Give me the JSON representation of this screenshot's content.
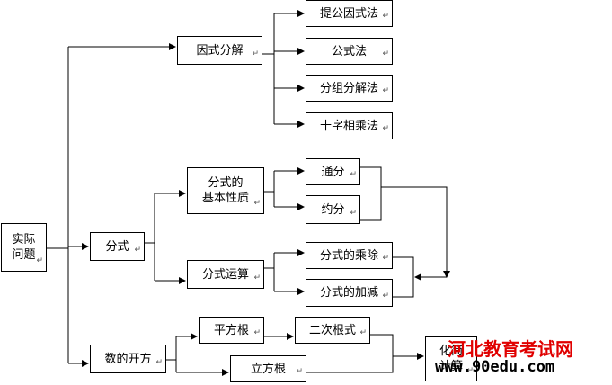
{
  "return_mark": "↵",
  "nodes": {
    "shiji_wenti": [
      "实际",
      "问题"
    ],
    "yinshi_fenjie": [
      "因式分解"
    ],
    "tigong_yinshi": [
      "提公因式法"
    ],
    "gongshi_fa": [
      "公式法"
    ],
    "fenzu_fenjie": [
      "分组分解法"
    ],
    "shizi_xiangcheng": [
      "十字相乘法"
    ],
    "fenshi": [
      "分式"
    ],
    "fenshi_xingzhi": [
      "分式的",
      "基本性质"
    ],
    "tongfen": [
      "通分"
    ],
    "yuefen": [
      "约分"
    ],
    "fenshi_yunsuan": [
      "分式运算"
    ],
    "fenshi_chengchu": [
      "分式的乘除"
    ],
    "fenshi_jiajian": [
      "分式的加减"
    ],
    "shu_kaifang": [
      "数的开方"
    ],
    "pingfang_gen": [
      "平方根"
    ],
    "lifang_gen": [
      "立方根"
    ],
    "erci_genshi": [
      "二次根式"
    ],
    "huajian_jisuan": [
      "化简",
      "计算"
    ]
  },
  "watermark": {
    "title": "河北教育考试网",
    "url": "www.90edu.com"
  },
  "colors": {
    "line": "#000000",
    "watermark_title": "#e00000"
  }
}
